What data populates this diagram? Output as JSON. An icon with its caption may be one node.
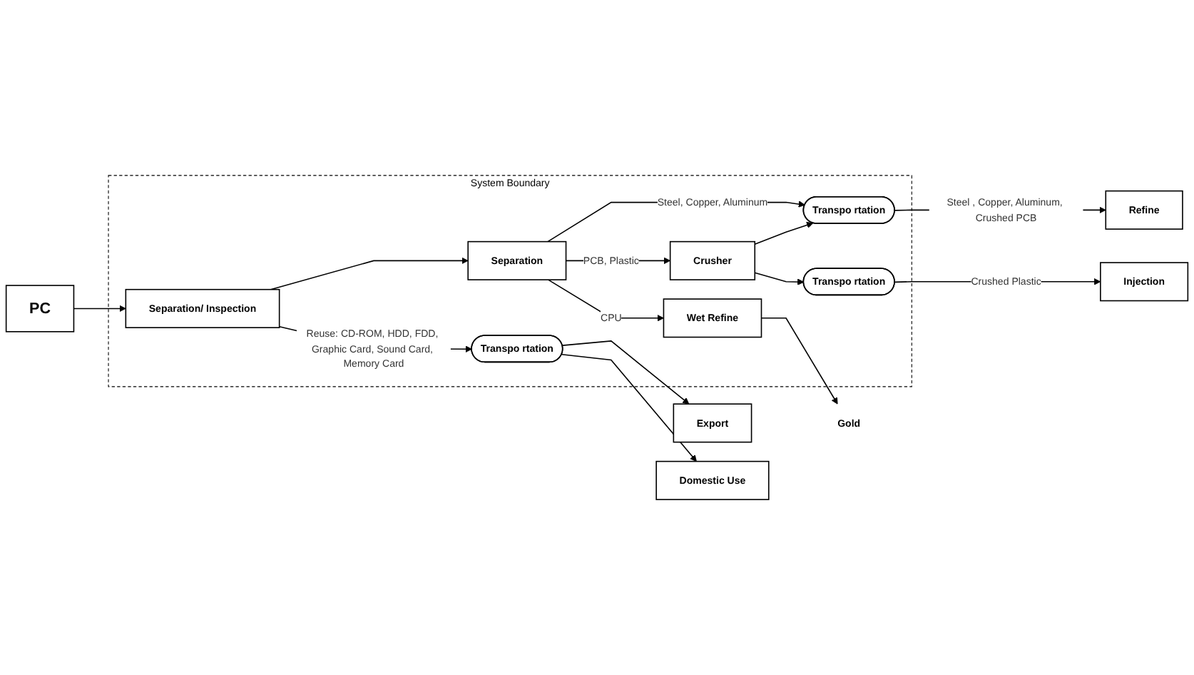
{
  "diagram": {
    "nodes": [
      {
        "text": [
          "System Boundary"
        ]
      },
      {
        "text": [
          "PC"
        ]
      },
      {
        "text": [
          "Separation/ Inspection"
        ],
        "in": 0
      },
      {
        "text": [
          "Transpo rtation"
        ],
        "in": 0
      },
      {
        "text": [
          "Export"
        ]
      },
      {
        "text": [
          "Domestic Use"
        ]
      },
      {
        "text": [
          "Separation"
        ],
        "in": 0
      },
      {
        "text": [
          "Transpo rtation"
        ],
        "in": 0
      },
      {
        "text": [
          "Crusher"
        ],
        "in": 0
      },
      {
        "text": [
          "Transpo rtation"
        ],
        "in": 0
      },
      {
        "text": [
          "Wet Refine"
        ],
        "in": 0
      },
      {
        "text": [
          "Refine"
        ]
      },
      {
        "text": [
          "Injection"
        ]
      },
      {
        "text": [
          "Gold"
        ]
      }
    ],
    "edges": [
      {
        "from": 1,
        "to": 2,
        "arrow": "to"
      },
      {
        "from": 2,
        "to": 3,
        "arrow": "to",
        "label": "Reuse: CD-ROM, HDD, FDD, Graphic Card, Sound Card, Memory Card"
      },
      {
        "from": 3,
        "to": 4,
        "arrow": "to"
      },
      {
        "from": 3,
        "to": 5,
        "arrow": "to"
      },
      {
        "from": 2,
        "to": 6,
        "arrow": "to"
      },
      {
        "from": 6,
        "to": 7,
        "arrow": "to",
        "label": "Steel, Copper, Aluminum"
      },
      {
        "from": 6,
        "to": 8,
        "arrow": "to",
        "label": "PCB, Plastic"
      },
      {
        "from": 6,
        "to": 10,
        "arrow": "to",
        "label": "CPU"
      },
      {
        "from": 8,
        "to": 7,
        "arrow": "to"
      },
      {
        "from": 8,
        "to": 9,
        "arrow": "to"
      },
      {
        "from": 7,
        "to": 11,
        "arrow": "to",
        "label": "Steel , Copper, Aluminum, Crushed PCB"
      },
      {
        "from": 9,
        "to": 12,
        "arrow": "to",
        "label": "Crushed Plastic"
      },
      {
        "from": 10,
        "to": 13,
        "arrow": "to"
      }
    ]
  }
}
